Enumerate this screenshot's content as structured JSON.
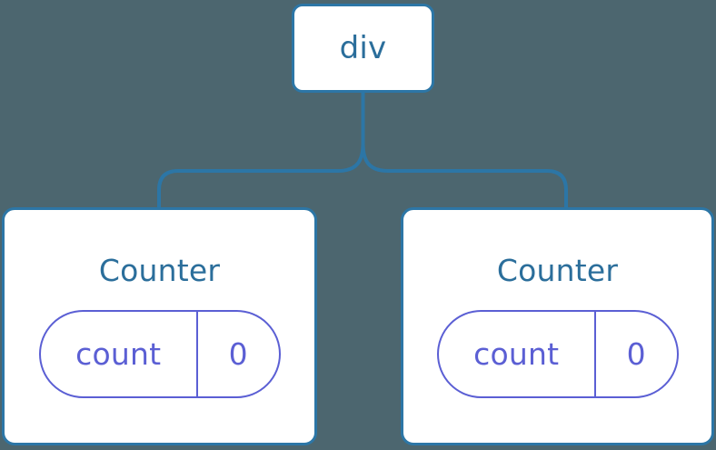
{
  "diagram": {
    "title": "React component tree with local state",
    "background_color": "#4c666f",
    "node_border_color": "#2c76a6",
    "node_text_color": "#2b6e9b",
    "state_color": "#5b5fd4",
    "connector_color": "#2c76a6"
  },
  "root": {
    "label": "div"
  },
  "children": [
    {
      "label": "Counter",
      "state": {
        "key": "count",
        "value": "0"
      }
    },
    {
      "label": "Counter",
      "state": {
        "key": "count",
        "value": "0"
      }
    }
  ]
}
